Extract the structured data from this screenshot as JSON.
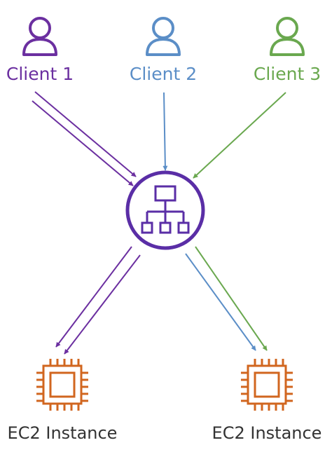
{
  "clients": [
    {
      "label": "Client 1",
      "color": "#6b2fa0",
      "icon": "user-icon"
    },
    {
      "label": "Client 2",
      "color": "#5b8ec7",
      "icon": "user-icon"
    },
    {
      "label": "Client 3",
      "color": "#6aa84f",
      "icon": "user-icon"
    }
  ],
  "load_balancer": {
    "icon": "load-balancer-icon",
    "color": "#5a2ea6"
  },
  "instances": [
    {
      "label": "EC2 Instance",
      "color": "#d1661f",
      "icon": "chip-icon"
    },
    {
      "label": "EC2 Instance",
      "color": "#d1661f",
      "icon": "chip-icon"
    }
  ]
}
